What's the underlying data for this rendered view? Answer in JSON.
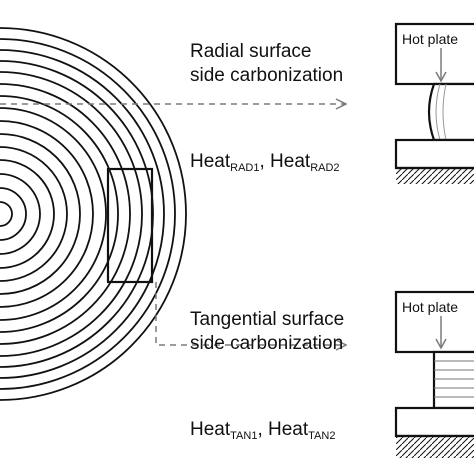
{
  "diagram": {
    "radial": {
      "title_line1": "Radial surface",
      "title_line2": "side carbonization",
      "heat1_base": "Heat",
      "heat1_sub": "RAD1",
      "sep": ", ",
      "heat2_base": "Heat",
      "heat2_sub": "RAD2"
    },
    "tangential": {
      "title_line1": "Tangential surface",
      "title_line2": "side carbonization",
      "heat1_base": "Heat",
      "heat1_sub": "TAN1",
      "sep": ", ",
      "heat2_base": "Heat",
      "heat2_sub": "TAN2"
    },
    "apparatus_top": {
      "label": "Hot plate"
    },
    "apparatus_bottom": {
      "label": "Hot plate"
    },
    "colors": {
      "stroke": "#111111",
      "arrow": "#7a7a7a",
      "background": "#ffffff"
    }
  }
}
